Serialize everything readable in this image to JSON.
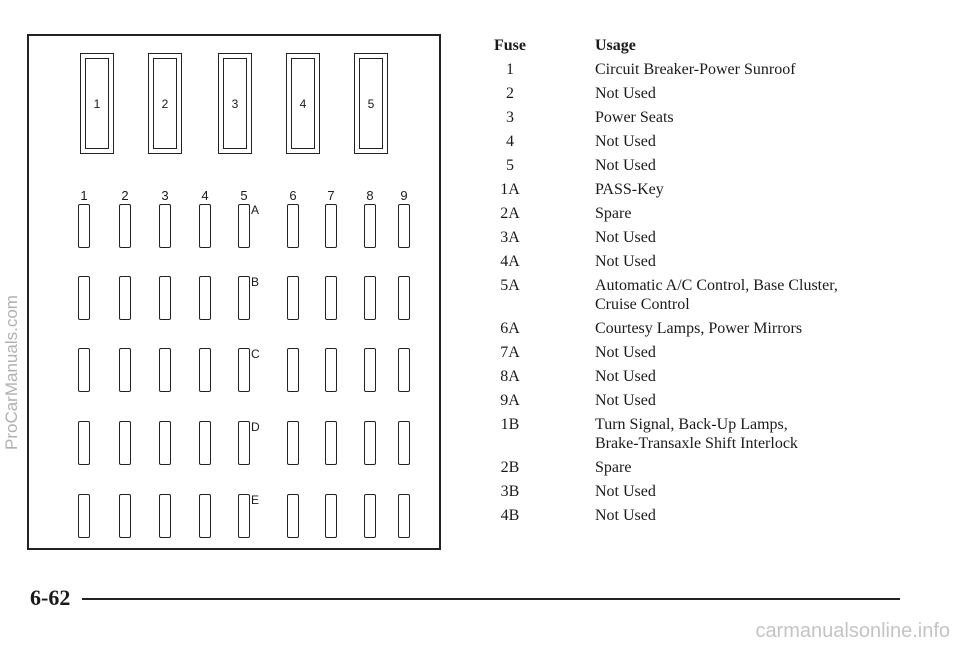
{
  "diagram": {
    "big_fuses": [
      "1",
      "2",
      "3",
      "4",
      "5"
    ],
    "columns": [
      "1",
      "2",
      "3",
      "4",
      "5",
      "6",
      "7",
      "8",
      "9"
    ],
    "rows": [
      "A",
      "B",
      "C",
      "D",
      "E"
    ]
  },
  "table": {
    "header": {
      "fuse": "Fuse",
      "usage": "Usage"
    },
    "rows": [
      {
        "fuse": "1",
        "usage": "Circuit Breaker-Power Sunroof"
      },
      {
        "fuse": "2",
        "usage": "Not Used"
      },
      {
        "fuse": "3",
        "usage": "Power Seats"
      },
      {
        "fuse": "4",
        "usage": "Not Used"
      },
      {
        "fuse": "5",
        "usage": "Not Used"
      },
      {
        "fuse": "1A",
        "usage": "PASS-Key"
      },
      {
        "fuse": "2A",
        "usage": "Spare"
      },
      {
        "fuse": "3A",
        "usage": "Not Used"
      },
      {
        "fuse": "4A",
        "usage": "Not Used"
      },
      {
        "fuse": "5A",
        "usage": "Automatic A/C Control, Base Cluster,",
        "usage2": "Cruise Control"
      },
      {
        "fuse": "6A",
        "usage": "Courtesy Lamps, Power Mirrors"
      },
      {
        "fuse": "7A",
        "usage": "Not Used"
      },
      {
        "fuse": "8A",
        "usage": "Not Used"
      },
      {
        "fuse": "9A",
        "usage": "Not Used"
      },
      {
        "fuse": "1B",
        "usage": "Turn Signal, Back-Up Lamps,",
        "usage2": "Brake-Transaxle Shift Interlock"
      },
      {
        "fuse": "2B",
        "usage": "Spare"
      },
      {
        "fuse": "3B",
        "usage": "Not Used"
      },
      {
        "fuse": "4B",
        "usage": "Not Used"
      }
    ]
  },
  "footer": {
    "page_number": "6-62"
  },
  "watermarks": {
    "side": "ProCarManuals.com",
    "bottom": "carmanualsonline.info"
  }
}
